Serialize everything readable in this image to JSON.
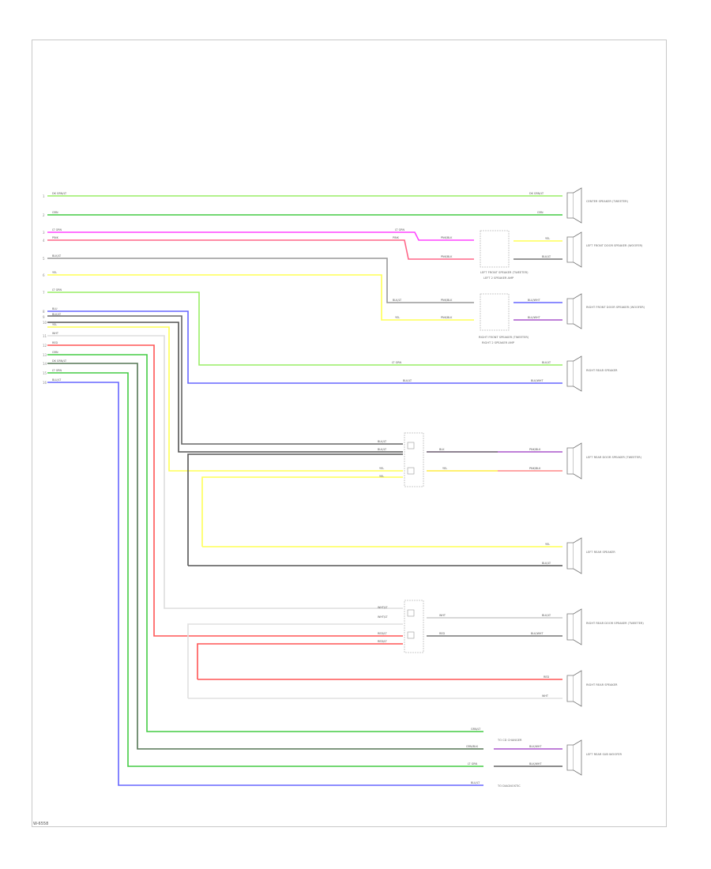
{
  "figure_id": "W-6558",
  "connector_labels": {
    "l1": "DK GRN/LT",
    "l2": "GRN",
    "l3": "LT GRN",
    "l4": "PINK",
    "l5": "BLK/LT",
    "l6": "YEL",
    "l7": "LT GRN",
    "l8": "BLU",
    "l9": "BLK/LT",
    "l10": "YEL",
    "l11": "WHT",
    "l12": "RED",
    "l13": "GRN",
    "l14": "DK GRN/LT",
    "l15": "LT GRN",
    "l16": "BLU/LT"
  },
  "wire_labels": {
    "r1": "DK GRN/LT",
    "r2": "GRN",
    "m1": "LT GRN",
    "m2": "PINK",
    "m3": "PNK/BLK",
    "m4": "PNK/BLK",
    "m5": "BLK/LT",
    "m6": "PNK/BLK",
    "m7": "YEL",
    "m8": "PNK/BLK",
    "o1": "YEL",
    "o2": "BLK/LT",
    "o3": "BLU/WHT",
    "o4": "BLU/WHT",
    "o5": "LT GRN",
    "o6": "BLK/LT",
    "o7": "BLK/LT",
    "o8": "BLK/WHT",
    "p1": "BLK/LT",
    "p2": "BLK/LT",
    "p3": "YEL",
    "p4": "YEL",
    "p5": "BLK",
    "p6": "YEL",
    "p7": "PNK/BLK",
    "p8": "PNK/BLK",
    "q1": "YEL",
    "q2": "BLK/LT",
    "s1": "WHT/LT",
    "s2": "WHT/LT",
    "s3": "RED/LT",
    "s4": "RED/LT",
    "s5": "WHT",
    "s6": "RED",
    "s7": "BLK/LT",
    "s8": "BLK/WHT",
    "t1": "RED",
    "t2": "WHT",
    "u1": "GRN/LT",
    "u2": "GRN/BLK",
    "u3": "LT GRN",
    "u4": "BLU/LT",
    "u5": "BLK/WHT",
    "u6": "BLK/WHT"
  },
  "components": {
    "tweeter_l": "LEFT FRONT SPEAKER (TWEETER)",
    "tweeter_r": "RIGHT FRONT SPEAKER (TWEETER)",
    "amp_l": "LEFT 2 SPEAKER AMP",
    "amp_r": "RIGHT 2 SPEAKER AMP",
    "ann_top": "TO CD CHANGER",
    "ann_bottom": "TO DIAGNOSTIC"
  },
  "speakers": {
    "sp1": "CENTER SPEAKER (TWEETER)",
    "sp2": "LEFT FRONT DOOR SPEAKER (WOOFER)",
    "sp3": "RIGHT FRONT DOOR SPEAKER (WOOFER)",
    "sp4": "RIGHT REAR SPEAKER",
    "sp5": "LEFT REAR DOOR SPEAKER (TWEETER)",
    "sp6": "LEFT REAR SPEAKER",
    "sp7": "RIGHT REAR DOOR SPEAKER (TWEETER)",
    "sp8": "RIGHT REAR SPEAKER",
    "sp9": "LEFT REAR SUB WOOFER"
  },
  "colors": {
    "light_green": "#99ee66",
    "green": "#44cc44",
    "magenta": "#ff44ff",
    "pink": "#ff6688",
    "gray": "#999999",
    "dark": "#555555",
    "yellow": "#ffff55",
    "blue": "#6666ff",
    "red": "#ff5555",
    "black": "#333333",
    "purple": "#aa55cc",
    "faint": "#dddddd"
  }
}
